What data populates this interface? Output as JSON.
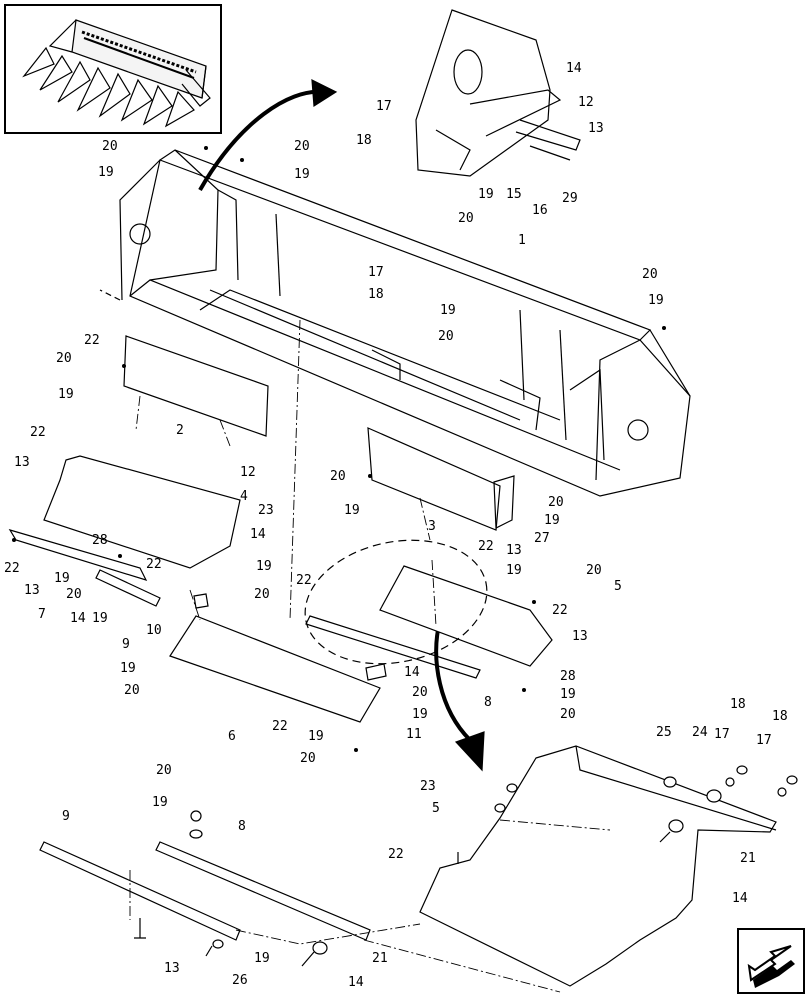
{
  "inset": {
    "title": ""
  },
  "callouts": {
    "c1": "1",
    "c2": "2",
    "c3": "3",
    "c4": "4",
    "c5": "5",
    "c6": "6",
    "c7": "7",
    "c8": "8",
    "c9": "9",
    "c10": "10",
    "c11": "11",
    "c12": "12",
    "c13": "13",
    "c14": "14",
    "c15": "15",
    "c16": "16",
    "c17": "17",
    "c18": "18",
    "c19": "19",
    "c20": "20",
    "c21": "21",
    "c22": "22",
    "c23": "23",
    "c24": "24",
    "c25": "25",
    "c26": "26",
    "c27": "27",
    "c28": "28",
    "c29": "29"
  },
  "nav": {
    "icon": "arrow-back-icon"
  }
}
